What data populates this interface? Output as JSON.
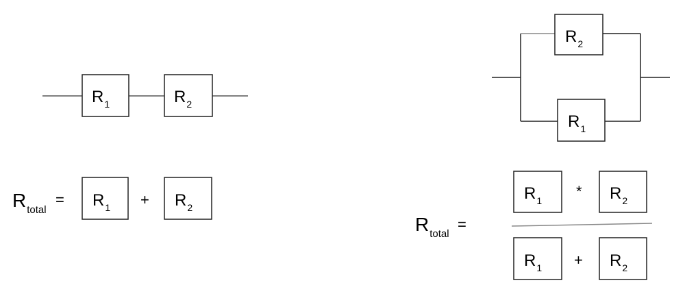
{
  "series_circuit": {
    "r1": {
      "letter": "R",
      "sub": "1"
    },
    "r2": {
      "letter": "R",
      "sub": "2"
    }
  },
  "series_formula": {
    "lhs": {
      "letter": "R",
      "sub": "total"
    },
    "equals": "=",
    "term1": {
      "letter": "R",
      "sub": "1"
    },
    "operator": "+",
    "term2": {
      "letter": "R",
      "sub": "2"
    }
  },
  "parallel_circuit": {
    "top": {
      "letter": "R",
      "sub": "2"
    },
    "bottom": {
      "letter": "R",
      "sub": "1"
    }
  },
  "parallel_formula": {
    "lhs": {
      "letter": "R",
      "sub": "total"
    },
    "equals": "=",
    "numerator": {
      "term1": {
        "letter": "R",
        "sub": "1"
      },
      "operator": "*",
      "term2": {
        "letter": "R",
        "sub": "2"
      }
    },
    "denominator": {
      "term1": {
        "letter": "R",
        "sub": "1"
      },
      "operator": "+",
      "term2": {
        "letter": "R",
        "sub": "2"
      }
    }
  }
}
